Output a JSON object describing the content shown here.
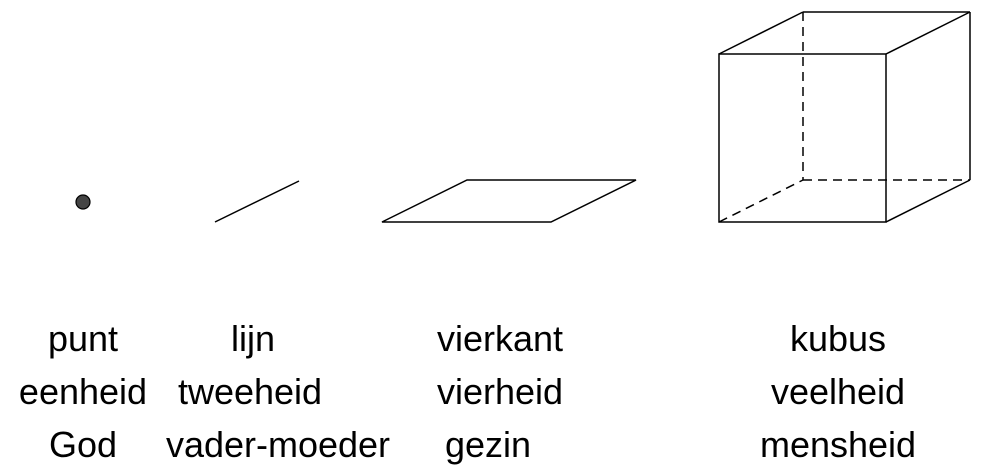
{
  "columns": [
    {
      "shape": "point",
      "shape_label": "punt",
      "unity_label": "eenheid",
      "meaning_label": "God"
    },
    {
      "shape": "line",
      "shape_label": "lijn",
      "unity_label": "tweeheid",
      "meaning_label": "vader-moeder"
    },
    {
      "shape": "square",
      "shape_label": "vierkant",
      "unity_label": "vierheid",
      "meaning_label": "gezin"
    },
    {
      "shape": "cube",
      "shape_label": "kubus",
      "unity_label": "veelheid",
      "meaning_label": "mensheid"
    }
  ],
  "colors": {
    "stroke": "#000000",
    "point_fill": "#444444"
  }
}
